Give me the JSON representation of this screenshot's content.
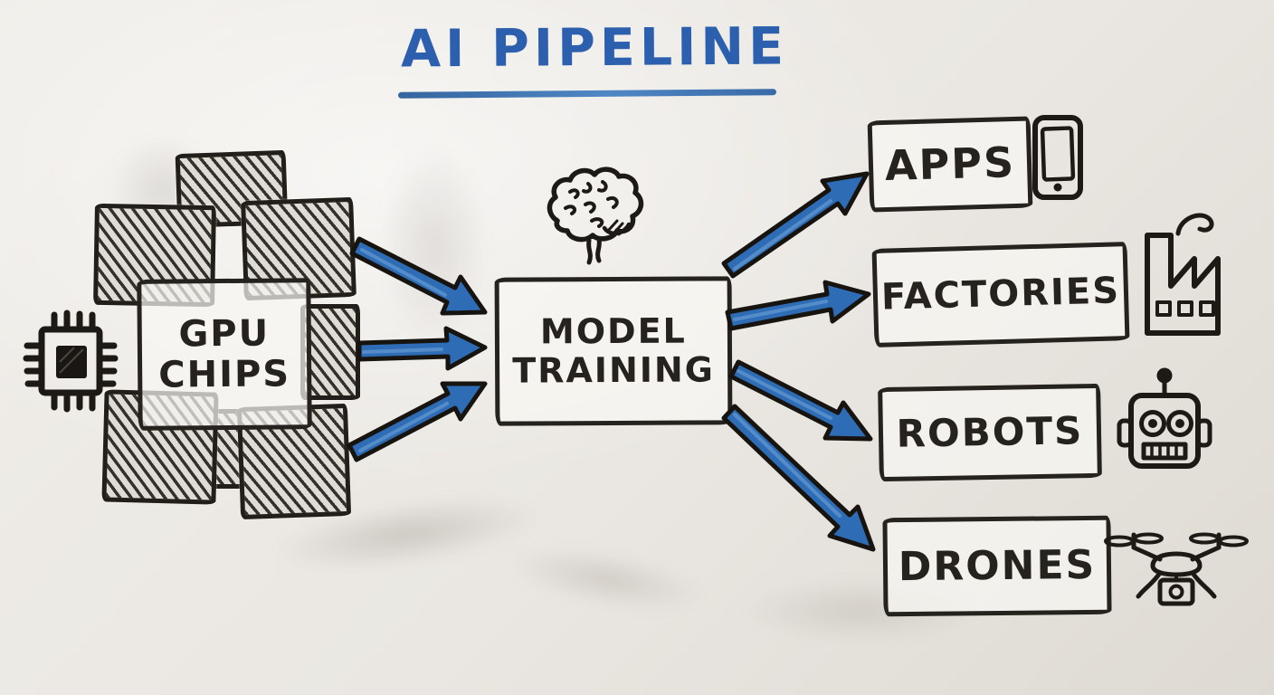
{
  "title": {
    "text": "AI PIPELINE",
    "underlined": true,
    "ink": "#2c5fae"
  },
  "pipeline": {
    "source": {
      "label_line1": "GPU",
      "label_line2": "CHIPS",
      "icon": "microchip-icon",
      "cluster_description": "scribble-hatched chip squares",
      "cluster_square_count": 7
    },
    "stage": {
      "label_line1": "MODEL",
      "label_line2": "TRAINING",
      "icon": "brain-icon"
    },
    "outputs": [
      {
        "label": "APPS",
        "icon": "smartphone-icon"
      },
      {
        "label": "FACTORIES",
        "icon": "factory-icon"
      },
      {
        "label": "ROBOTS",
        "icon": "robot-icon"
      },
      {
        "label": "DRONES",
        "icon": "drone-icon"
      }
    ]
  },
  "arrows": {
    "into_stage": 3,
    "out_of_stage": 4,
    "fill": "#2e6db6",
    "outline": "#17130f"
  },
  "colors": {
    "marker_black": "#26231f",
    "marker_blue": "#2e6db6",
    "board": "#eae7e2"
  }
}
